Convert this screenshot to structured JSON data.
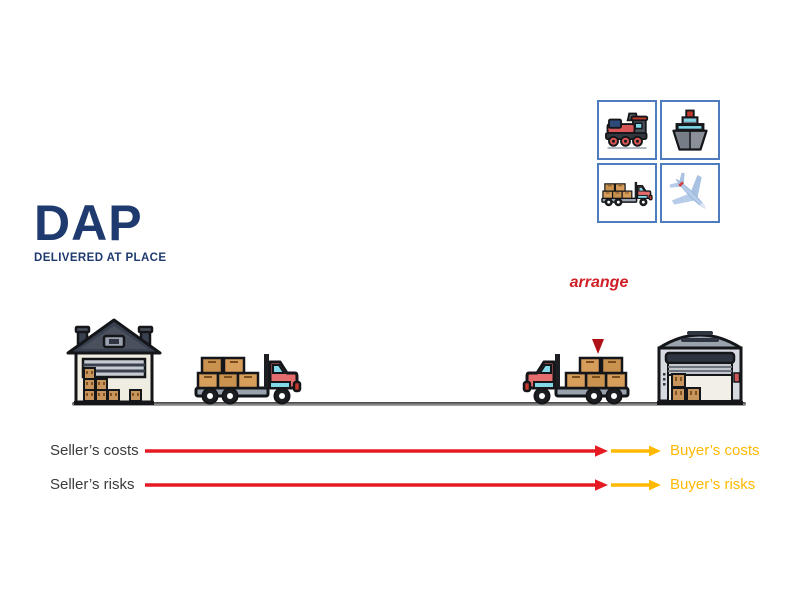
{
  "header": {
    "title": "DAP",
    "subtitle": "DELIVERED AT PLACE"
  },
  "transport_grid": {
    "modes": [
      "train",
      "ship",
      "truck",
      "airplane"
    ]
  },
  "scene": {
    "annotation_label": "arrange",
    "icons": [
      "seller-warehouse",
      "loaded-truck-departing",
      "loaded-truck-arriving",
      "buyer-warehouse"
    ]
  },
  "flows": {
    "costs": {
      "seller_label": "Seller’s costs",
      "buyer_label": "Buyer’s costs"
    },
    "risks": {
      "seller_label": "Seller’s risks",
      "buyer_label": "Buyer’s risks"
    }
  },
  "colors": {
    "title_navy": "#1e3a6e",
    "seller_arrow_red": "#e51a23",
    "buyer_arrow_yellow": "#ffb900",
    "annotation_red": "#cf2027",
    "grid_border_blue": "#4e7dbf"
  }
}
